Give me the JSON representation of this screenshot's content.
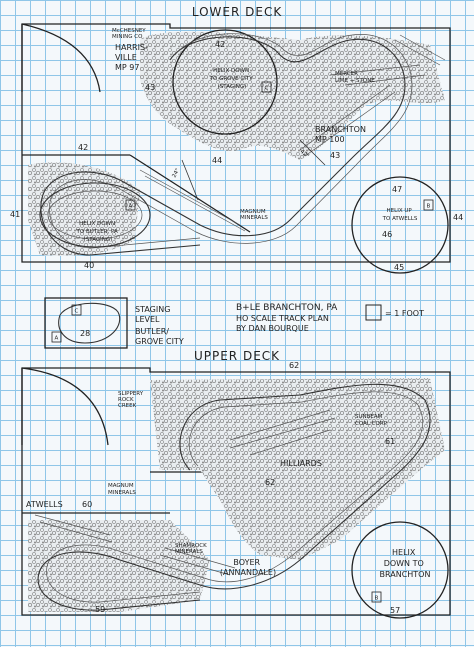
{
  "lower_deck": {
    "title": "LOWER DECK",
    "labels": {
      "mcchesney": [
        "McCHESNEY",
        "MINING CO"
      ],
      "harrisville": [
        "HARRIS-",
        "VILLE",
        "MP 97"
      ],
      "helix_grove": [
        "HELIX DOWN",
        "TO GROVE CITY",
        "(STAGING)"
      ],
      "mercer": [
        "MERCER",
        "LIME + STONE"
      ],
      "branchton": [
        "BRANCHTON",
        "MP 100"
      ],
      "helix_butler": [
        "HELIX DOWN",
        "TO BUTLER, PA",
        "(STAGING)"
      ],
      "helix_atwells": [
        "HELIX UP",
        "TO ATWELLS"
      ],
      "magnum": [
        "MAGNUM",
        "MINERALS"
      ],
      "dim_24": "24\"",
      "dim_42": "42\""
    },
    "numbers": {
      "n42a": "42",
      "n43a": "43",
      "n42b": "42",
      "n44a": "44",
      "n43b": "43",
      "n41": "41",
      "n40": "40",
      "n47": "47",
      "n46": "46",
      "n45": "45",
      "n44b": "44"
    },
    "markers": {
      "a": "A",
      "b": "B",
      "c": "C"
    }
  },
  "staging": {
    "level": [
      "STAGING",
      "LEVEL"
    ],
    "places": [
      "BUTLER/",
      "GROVE CITY"
    ],
    "num": "28",
    "markers": {
      "a": "A",
      "c": "C"
    }
  },
  "title_block": {
    "line1": "B+LE BRANCHTON, PA",
    "line2": "HO SCALE TRACK PLAN",
    "line3": "BY DAN BOURQUE"
  },
  "legend": {
    "text": "= 1 FOOT"
  },
  "upper_deck": {
    "title": "UPPER DECK",
    "labels": {
      "slippery": [
        "SLIPPERY",
        "ROCK",
        "CREEK"
      ],
      "sunbeam": [
        "SUNBEAM",
        "COAL CORP"
      ],
      "hilliards": "HILLIARDS",
      "magnum": [
        "MAGNUM",
        "MINERALS"
      ],
      "atwells": "ATWELLS",
      "shamrock": [
        "SHAMROCK",
        "MINERALS"
      ],
      "boyer": [
        "BOYER",
        "(ANNANDALE)"
      ],
      "helix": [
        "HELIX",
        "DOWN TO",
        "BRANCHTON"
      ]
    },
    "numbers": {
      "n62a": "62",
      "n61": "61",
      "n62b": "62",
      "n60": "60",
      "n59": "59",
      "n57": "57"
    },
    "markers": {
      "b": "B"
    }
  }
}
